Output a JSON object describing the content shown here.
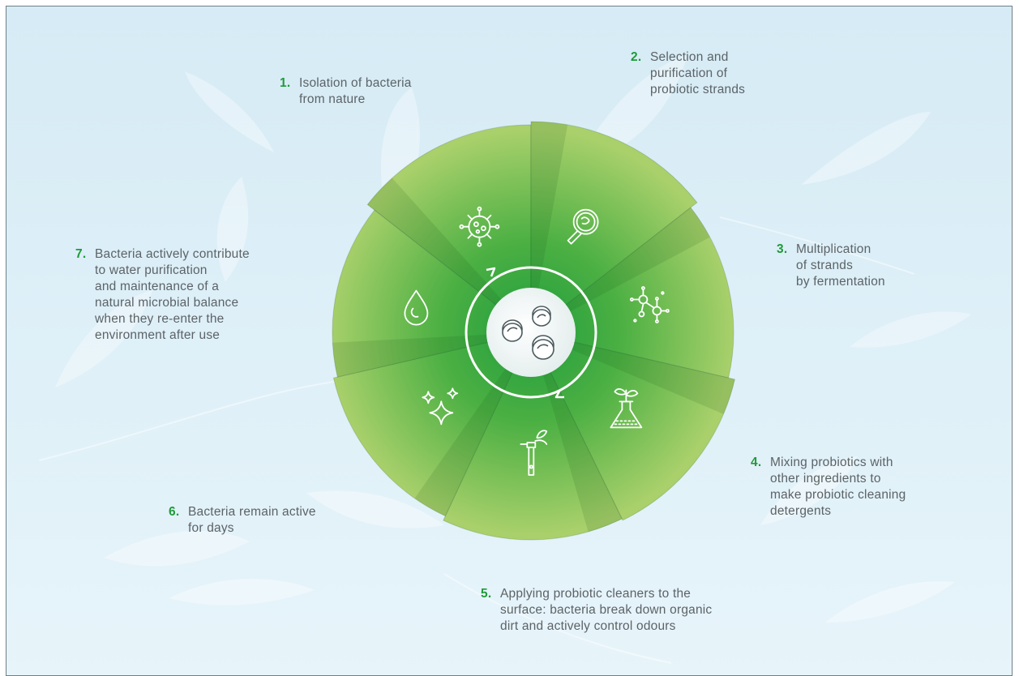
{
  "steps": [
    {
      "num": "1.",
      "lines": [
        "Isolation of bacteria",
        "from nature"
      ],
      "icon": "virus-icon"
    },
    {
      "num": "2.",
      "lines": [
        "Selection and",
        "purification of",
        "probiotic strands"
      ],
      "icon": "magnifier-icon"
    },
    {
      "num": "3.",
      "lines": [
        "Multiplication",
        "of strands",
        "by fermentation"
      ],
      "icon": "molecules-icon"
    },
    {
      "num": "4.",
      "lines": [
        "Mixing probiotics with",
        "other ingredients to",
        "make probiotic cleaning",
        "detergents"
      ],
      "icon": "flask-sprout-icon"
    },
    {
      "num": "5.",
      "lines": [
        "Applying probiotic cleaners to the",
        "surface: bacteria break down organic",
        "dirt and actively control odours"
      ],
      "icon": "spray-bottle-icon"
    },
    {
      "num": "6.",
      "lines": [
        "Bacteria remain active",
        "for days"
      ],
      "icon": "sparkles-icon"
    },
    {
      "num": "7.",
      "lines": [
        "Bacteria actively contribute",
        "to water purification",
        "and maintenance of a",
        "natural microbial balance",
        "when they re-enter the",
        "environment after use"
      ],
      "icon": "water-drop-icon"
    }
  ],
  "center": {
    "icon": "probiotic-capsules-icon"
  },
  "colors": {
    "accent_number": "#1f9a3a",
    "text": "#5c6367",
    "background": "#dceef7",
    "segment_light": "#a8cf6a",
    "segment_dark": "#3aa53f"
  }
}
